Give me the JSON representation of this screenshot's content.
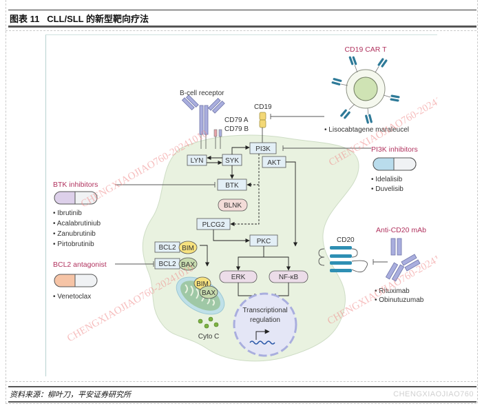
{
  "header": {
    "title": "图表 11   CLL/SLL 的新型靶向疗法"
  },
  "footer": {
    "source": "资料来源：柳叶刀，平安证券研究所",
    "watermark": "CHENGXIAOJIAO760"
  },
  "watermark": {
    "text": "CHENGXIAOJIAO760-20241010"
  },
  "diagram": {
    "receptor": {
      "bcr_label": "B-cell receptor",
      "cd79a_label": "CD79 A",
      "cd79b_label": "CD79 B",
      "cd19_label": "CD19",
      "cd20_label": "CD20"
    },
    "nodes": {
      "lyn": "LYN",
      "syk": "SYK",
      "pi3k": "PI3K",
      "akt": "AKT",
      "btk": "BTK",
      "blnk": "BLNK",
      "plcg2": "PLCG2",
      "pkc": "PKC",
      "erk": "ERK",
      "nfkb": "NF-κB",
      "bcl2_a": "BCL2",
      "bcl2_b": "BCL2",
      "bim": "BIM",
      "bax": "BAX",
      "bim_mito": "BIM",
      "bax_mito": "BAX",
      "cyto_c": "Cyto C",
      "transcription_line1": "Transcriptional",
      "transcription_line2": "regulation"
    },
    "therapies": {
      "cart": {
        "title": "CD19 CAR T",
        "drugs": [
          "• Lisocabtagene maraleucel"
        ]
      },
      "pi3k": {
        "title": "PI3K inhibitors",
        "drugs": [
          "• Idelalisib",
          "• Duvelisib"
        ],
        "capsule_color": "#b9dcec"
      },
      "btk": {
        "title": "BTK inhibitors",
        "drugs": [
          "• Ibrutinib",
          "• Acalabrutiniub",
          "• Zanubrutinib",
          "• Pirtobrutinib"
        ],
        "capsule_color": "#ddd0ea"
      },
      "bcl2": {
        "title": "BCL2 antagonist",
        "drugs": [
          "• Venetoclax"
        ],
        "capsule_color": "#f6c4a6"
      },
      "cd20": {
        "title": "Anti-CD20 mAb",
        "drugs": [
          "• Rituximab",
          "• Obinutuzumab"
        ]
      }
    },
    "colors": {
      "cell_fill": "#e9f2e0",
      "box_fill": "#e3eff6",
      "pill_fill": "#ecdde9",
      "blnk_fill": "#f3dcd8",
      "drug_title": "#b0325e",
      "antibody": "#a9aede",
      "cd19": "#f3d877",
      "cd20": "#2e8fb3"
    }
  }
}
